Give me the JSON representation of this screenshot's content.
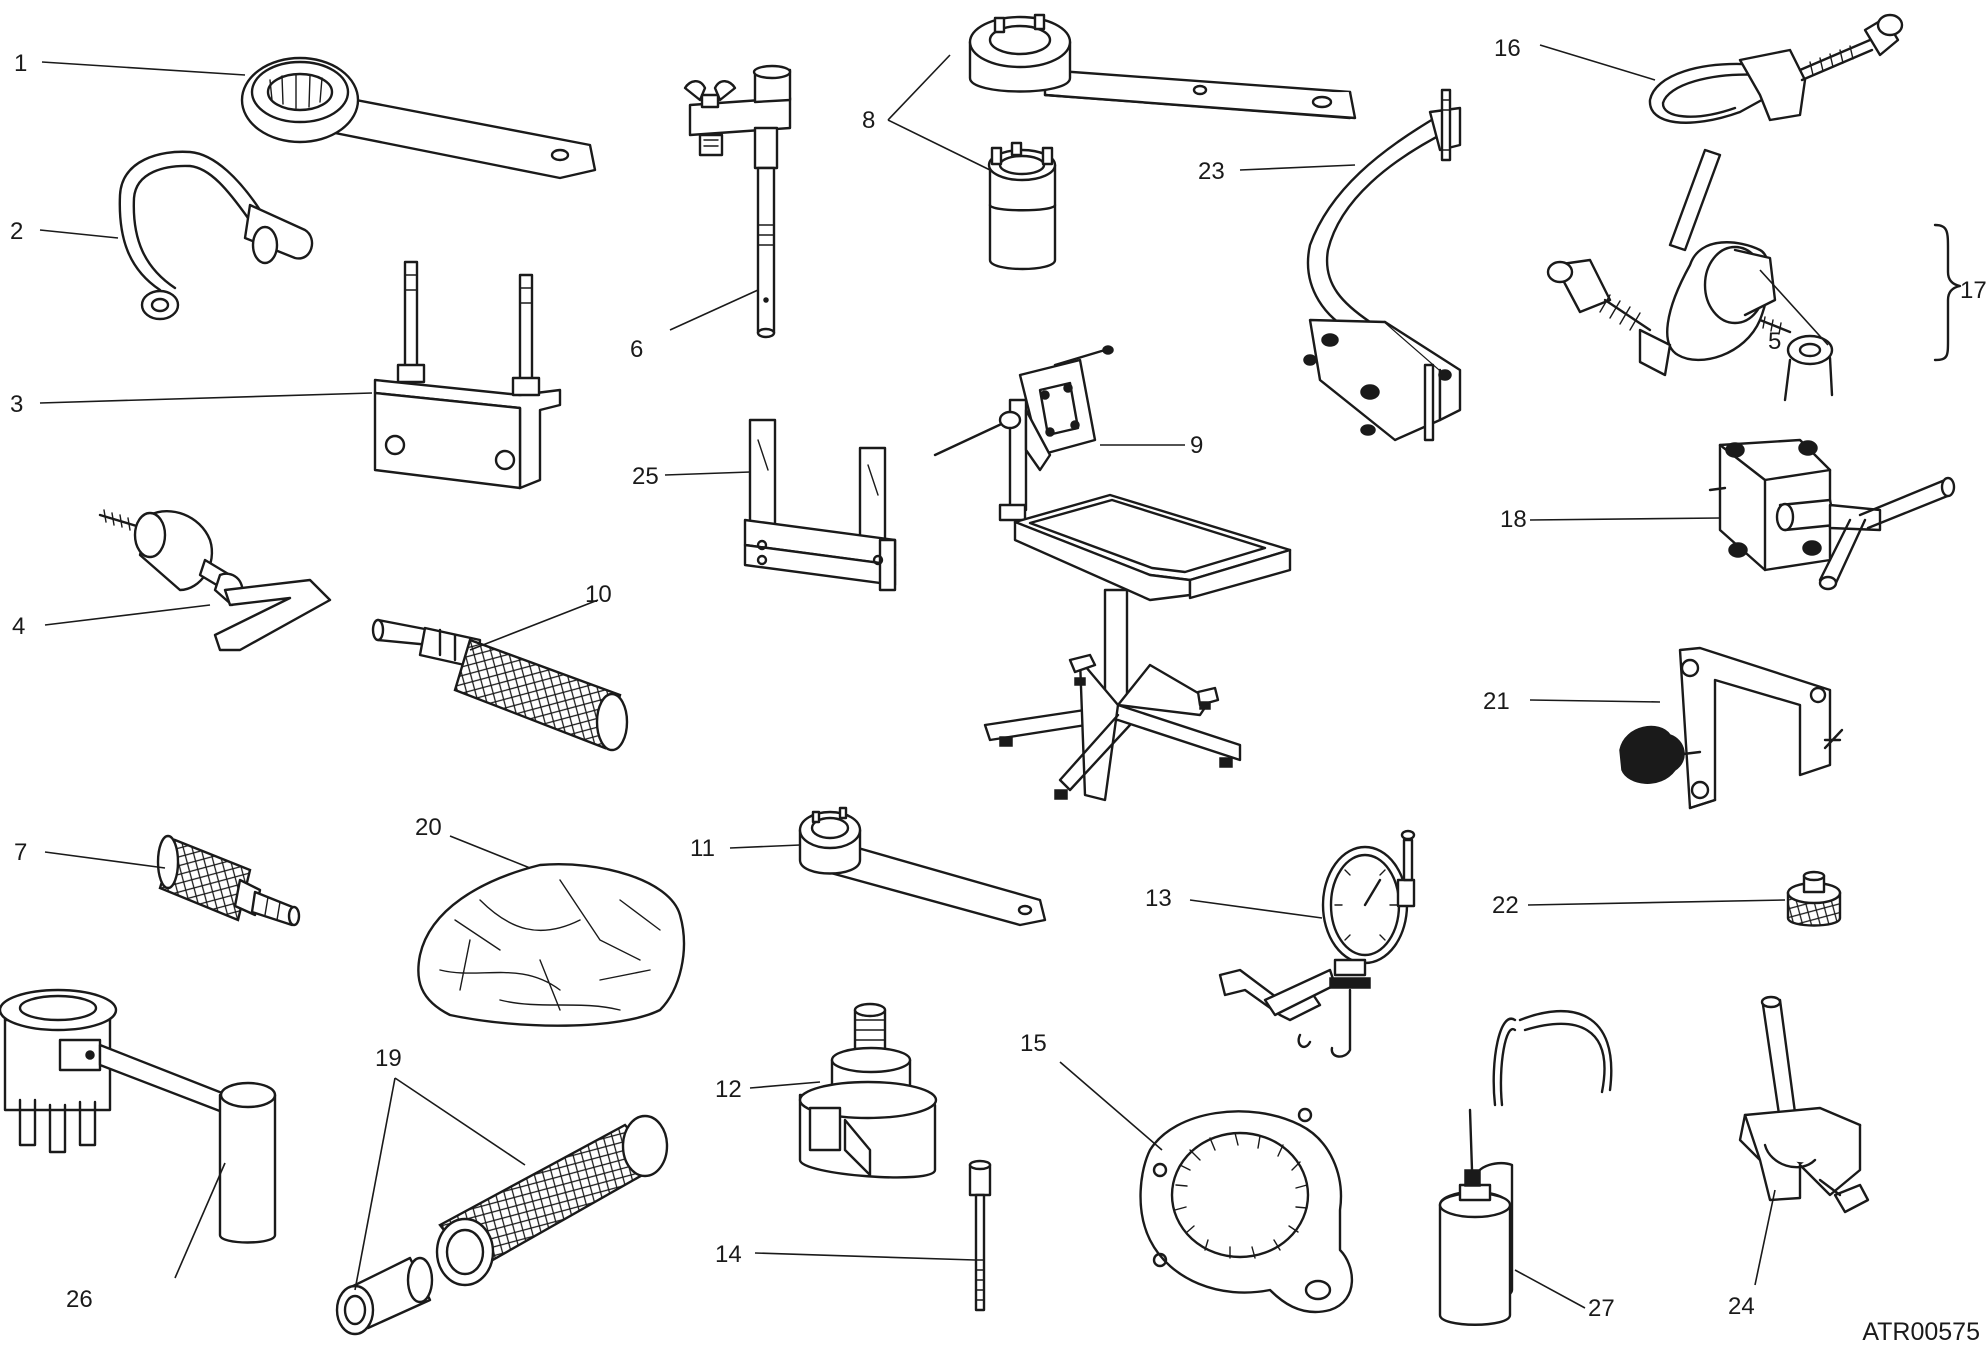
{
  "labels": {
    "l1": "1",
    "l2": "2",
    "l3": "3",
    "l4": "4",
    "l5": "5",
    "l6": "6",
    "l7": "7",
    "l8": "8",
    "l9": "9",
    "l10": "10",
    "l11": "11",
    "l12": "12",
    "l13": "13",
    "l14": "14",
    "l15": "15",
    "l16": "16",
    "l17": "17",
    "l18": "18",
    "l19": "19",
    "l20": "20",
    "l21": "21",
    "l22": "22",
    "l23": "23",
    "l24": "24",
    "l25": "25",
    "l26": "26",
    "l27": "27"
  },
  "reference_code": "ATR00575"
}
